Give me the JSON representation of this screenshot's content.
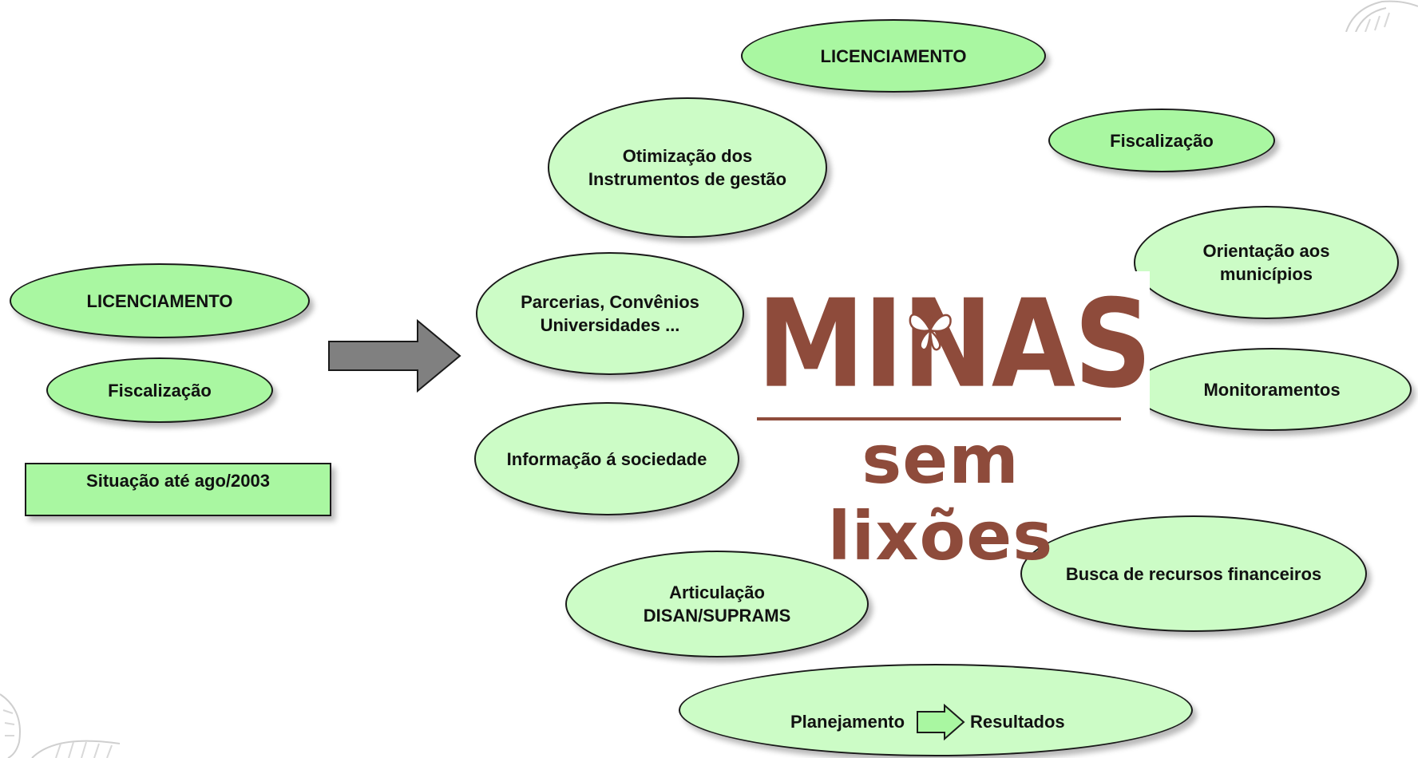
{
  "left_panel": {
    "licenciamento": "LICENCIAMENTO",
    "fiscalizacao": "Fiscalização",
    "status": "Situação até  ago/2003"
  },
  "nodes": {
    "licenciamento": "LICENCIAMENTO",
    "fiscalizacao": "Fiscalização",
    "otimizacao": "Otimização dos\nInstrumentos de gestão",
    "orientacao": "Orientação aos\nmunicípios",
    "parcerias": "Parcerias, Convênios\nUniversidades ...",
    "monitoramentos": "Monitoramentos",
    "informacao": "Informação á sociedade",
    "busca": "Busca de recursos financeiros",
    "articulacao": "Articulação\nDISAN/SUPRAMS"
  },
  "planning": {
    "from": "Planejamento",
    "to": "Resultados"
  },
  "logo": {
    "main": "MINAS",
    "sub": "sem lixões"
  },
  "colors": {
    "dark_green": "#a9f7a1",
    "light_green": "#ccfcc6",
    "logo_brown": "#8e4b3b",
    "arrow_gray": "#808080"
  }
}
